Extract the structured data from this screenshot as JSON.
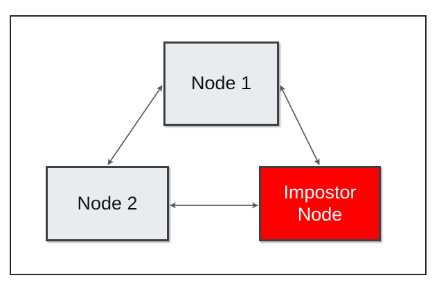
{
  "diagram": {
    "title": "",
    "background_color": "#ffffff",
    "frame": {
      "name": "page-frame",
      "border_color": "#26262a"
    },
    "nodes": [
      {
        "id": "node-1",
        "label": "Node 1",
        "fill": "#e8ecee",
        "border": "#3f3f44",
        "text_color": "#111114"
      },
      {
        "id": "node-2",
        "label": "Node 2",
        "fill": "#e8ecee",
        "border": "#3f3f44",
        "text_color": "#111114"
      },
      {
        "id": "node-impostor",
        "label": "Impostor\nNode",
        "fill": "#ff0000",
        "border": "#3f3f44",
        "text_color": "#ffffff"
      }
    ],
    "edges": [
      {
        "id": "edge-node1-node2",
        "from": "node-1",
        "to": "node-2",
        "label": "",
        "arrowheads": "both",
        "color": "#595959",
        "style": "solid"
      },
      {
        "id": "edge-node1-impostor",
        "from": "node-1",
        "to": "node-impostor",
        "label": "",
        "arrowheads": "both",
        "color": "#595959",
        "style": "solid"
      },
      {
        "id": "edge-node2-impostor",
        "from": "node-2",
        "to": "node-impostor",
        "label": "",
        "arrowheads": "both",
        "color": "#595959",
        "style": "solid"
      }
    ]
  }
}
